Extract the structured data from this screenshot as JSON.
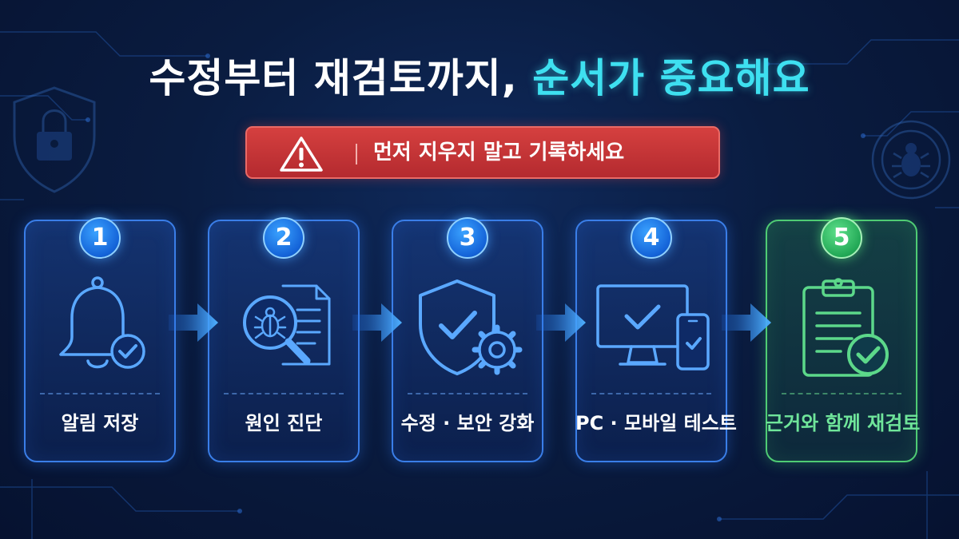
{
  "title": {
    "part1": "수정부터 재검토까지, ",
    "part2": "순서가 중요해요"
  },
  "warning": {
    "text": "먼저 지우지 말고 기록하세요",
    "icon": "warning-triangle-icon"
  },
  "steps": [
    {
      "number": "1",
      "label": "알림 저장",
      "icon": "bell-check-icon"
    },
    {
      "number": "2",
      "label": "원인 진단",
      "icon": "bug-magnifier-document-icon"
    },
    {
      "number": "3",
      "label": "수정 · 보안 강화",
      "icon": "shield-check-gear-icon"
    },
    {
      "number": "4",
      "label": "PC · 모바일 테스트",
      "icon": "monitor-phone-check-icon"
    },
    {
      "number": "5",
      "label": "근거와 함께 재검토",
      "icon": "clipboard-check-icon"
    }
  ],
  "background_icons": [
    "padlock-shield-icon",
    "bug-circle-icon"
  ],
  "colors": {
    "background": "#0a1c40",
    "accent_cyan": "#3ee0f0",
    "step_blue": "#3a7ee8",
    "step_green": "#4fcc74",
    "warning_red": "#c8353a"
  }
}
